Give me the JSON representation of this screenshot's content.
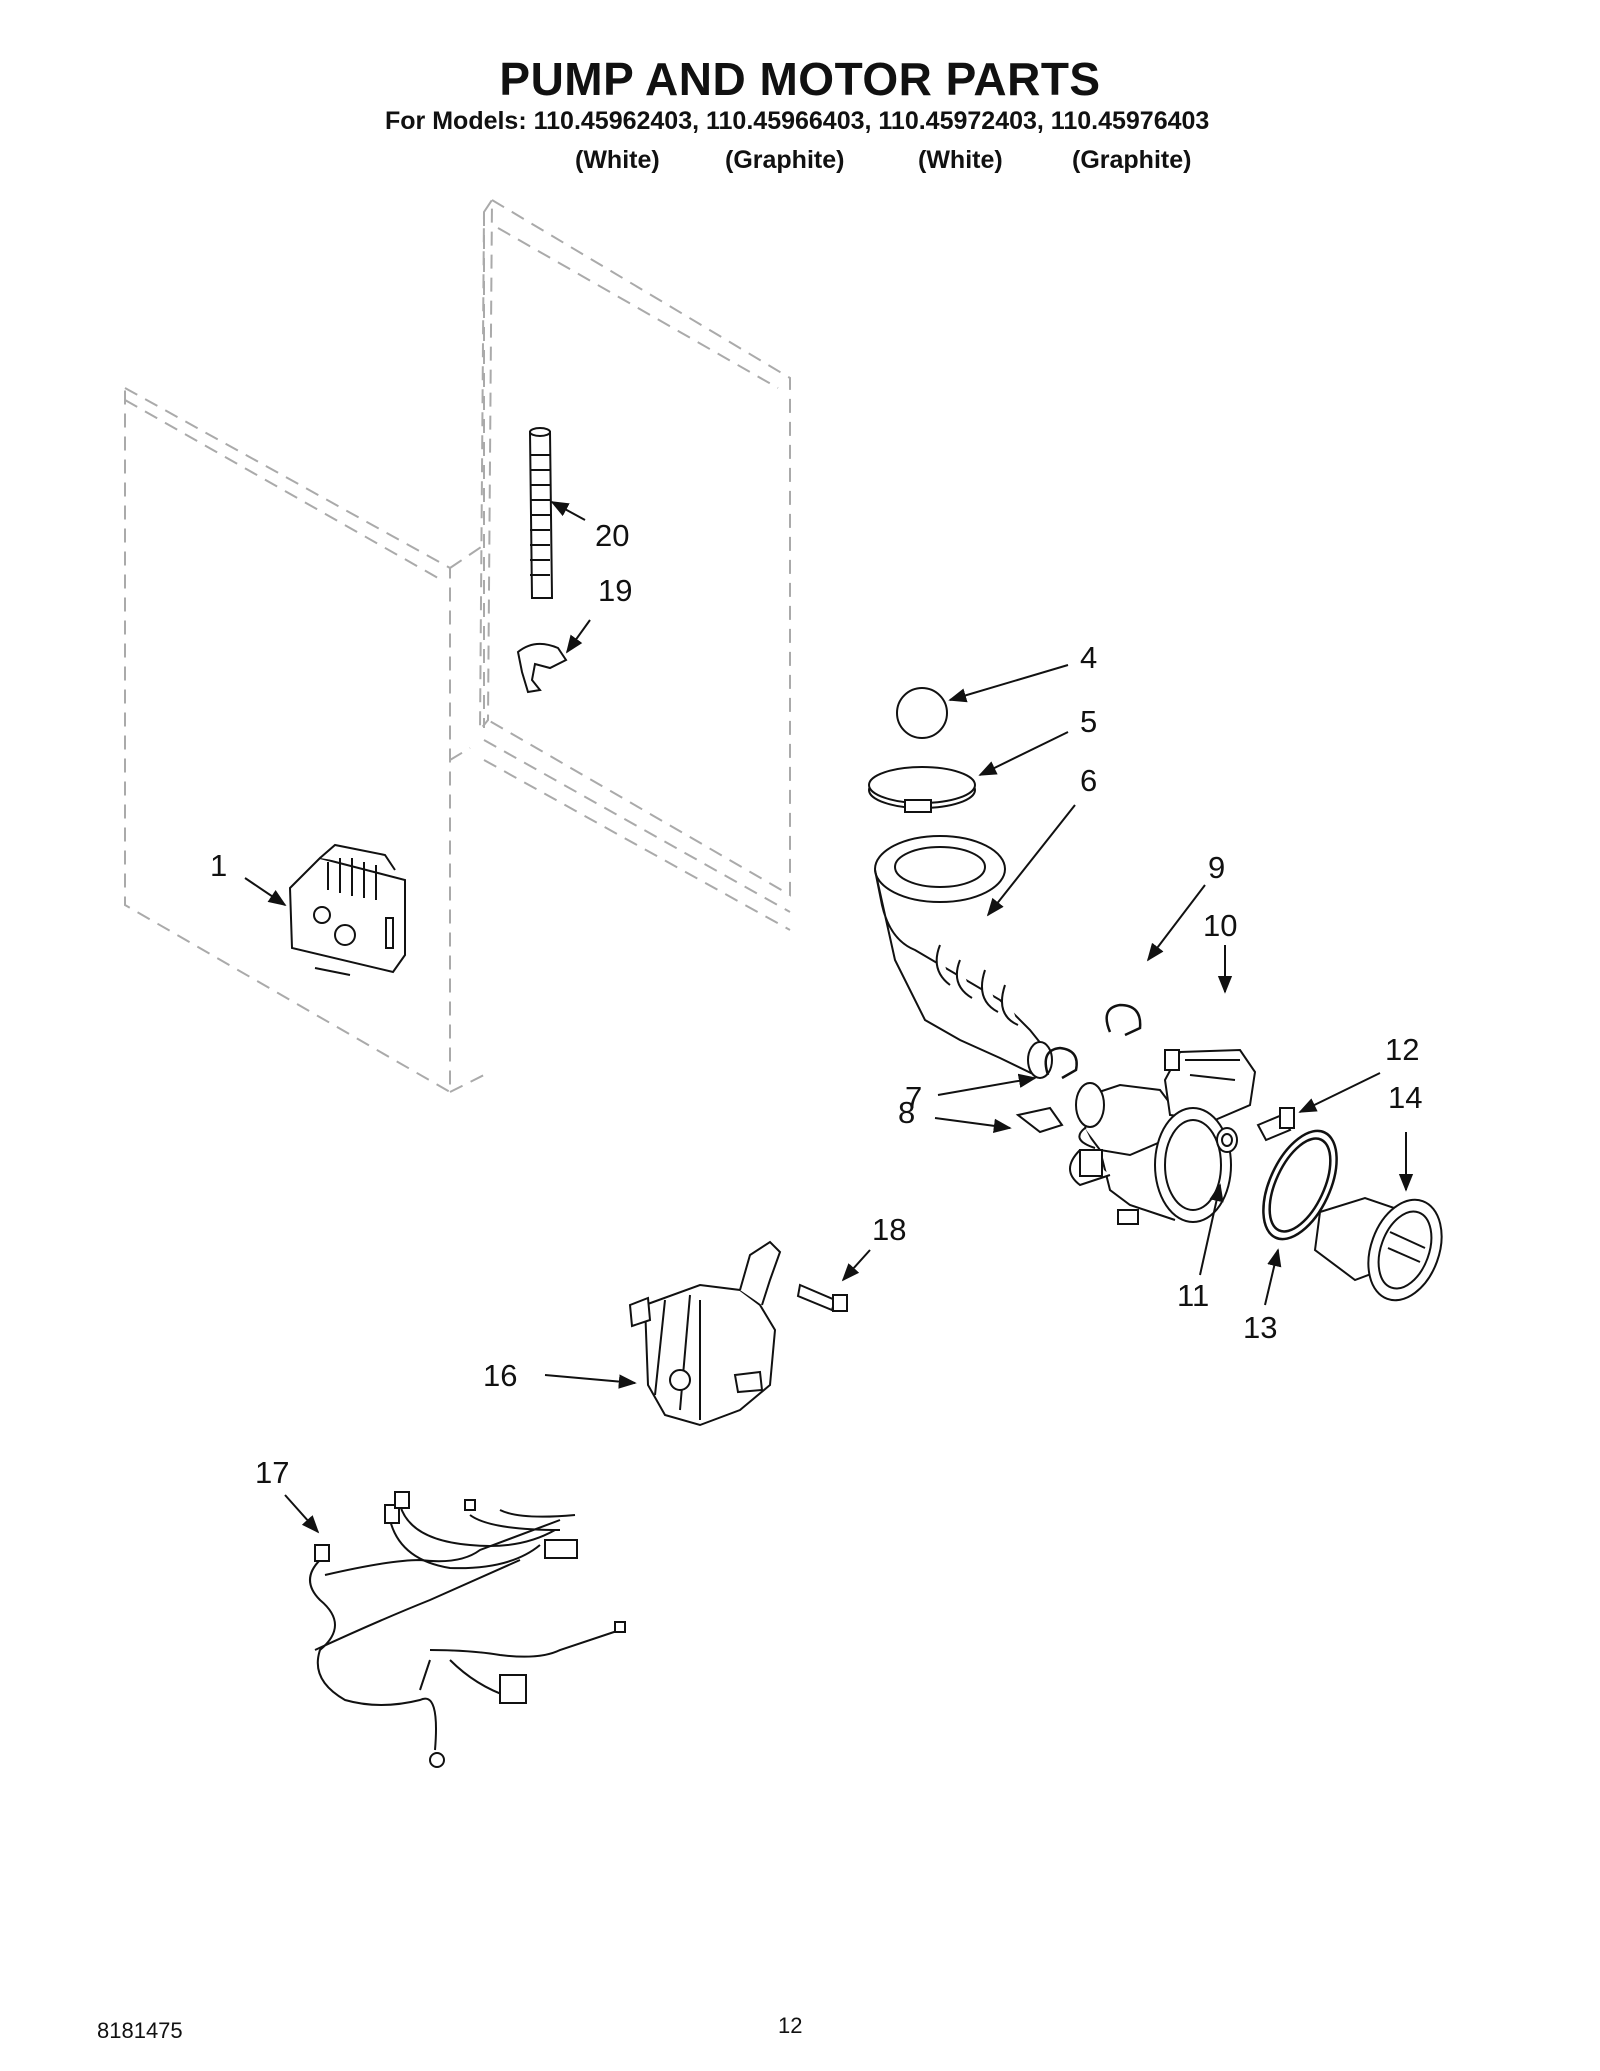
{
  "header": {
    "title": "PUMP AND MOTOR PARTS",
    "models_line": "For Models: 110.45962403, 110.45966403, 110.45972403, 110.45976403",
    "variants": [
      "(White)",
      "(Graphite)",
      "(White)",
      "(Graphite)"
    ]
  },
  "callouts": [
    "1",
    "4",
    "5",
    "6",
    "7",
    "8",
    "9",
    "10",
    "11",
    "12",
    "13",
    "14",
    "16",
    "17",
    "18",
    "19",
    "20"
  ],
  "footer": {
    "doc_number": "8181475",
    "page_number": "12"
  }
}
